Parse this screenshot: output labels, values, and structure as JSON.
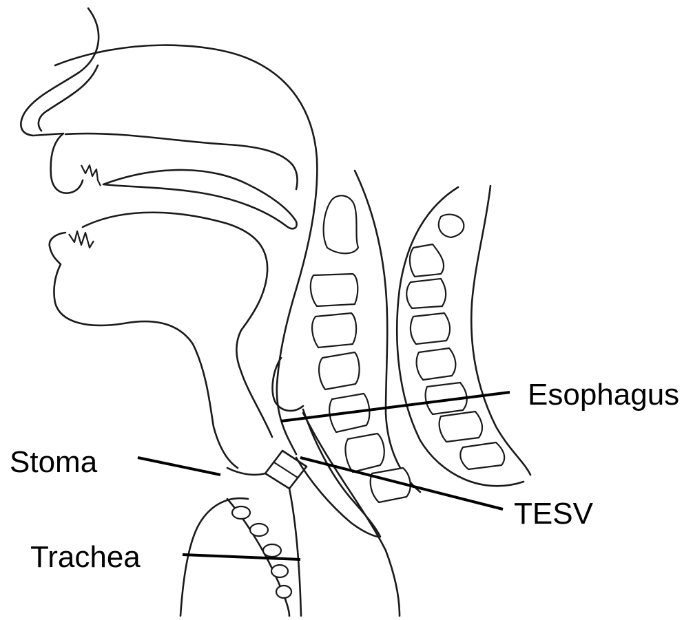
{
  "labels": {
    "esophagus": "Esophagus",
    "stoma": "Stoma",
    "tesv": "TESV",
    "trachea": "Trachea"
  },
  "colors": {
    "line": "#1a1a1a",
    "background": "#ffffff"
  }
}
